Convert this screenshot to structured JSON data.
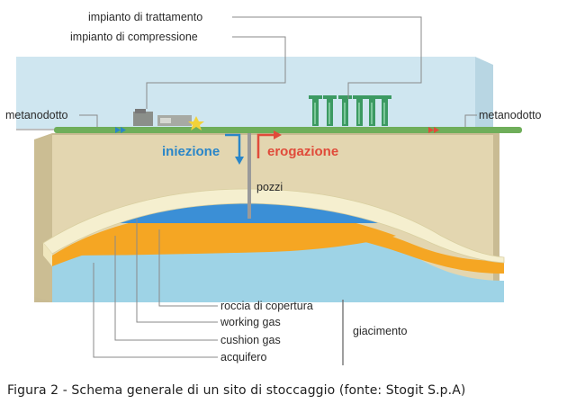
{
  "labels": {
    "treatment_plant": "impianto di trattamento",
    "compression_plant": "impianto di compressione",
    "pipeline_left": "metanodotto",
    "pipeline_right": "metanodotto",
    "injection": "iniezione",
    "delivery": "erogazione",
    "wells": "pozzi",
    "cap_rock": "roccia di copertura",
    "working_gas": "working gas",
    "cushion_gas": "cushion gas",
    "aquifer": "acquifero",
    "reservoir": "giacimento"
  },
  "caption": "Figura 2 - Schema generale di un sito di stoccaggio (fonte: Stogit S.p.A)",
  "colors": {
    "sky": "#cfe6f0",
    "ground": "#e3d6b0",
    "ground_side": "#c8b98f",
    "cap_rock": "#f3ecc8",
    "working_gas": "#3b8fd6",
    "cushion_gas": "#f5a623",
    "aquifer": "#9ed3e6",
    "pipe": "#6fae5a",
    "injection": "#2a86c8",
    "delivery": "#e04b3a"
  }
}
